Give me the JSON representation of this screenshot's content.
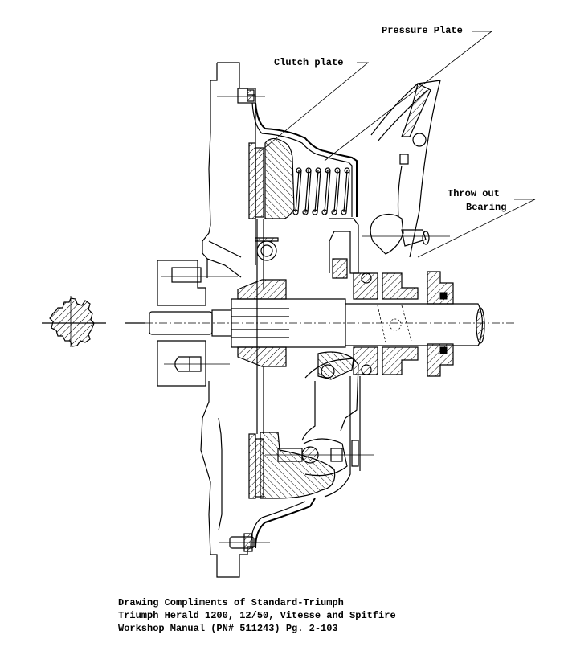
{
  "diagram": {
    "title": "Clutch assembly cross-section",
    "labels": {
      "pressure_plate": "Pressure Plate",
      "clutch_plate": "Clutch plate",
      "throw_out_line1": "Throw out",
      "throw_out_line2": "Bearing"
    },
    "caption": {
      "line1": "Drawing Compliments of Standard-Triumph",
      "line2": "Triumph Herald 1200, 12/50, Vitesse and Spitfire",
      "line3": "Workshop Manual (PN# 511243) Pg. 2-103"
    },
    "colors": {
      "line": "#000000",
      "background": "#ffffff"
    }
  }
}
